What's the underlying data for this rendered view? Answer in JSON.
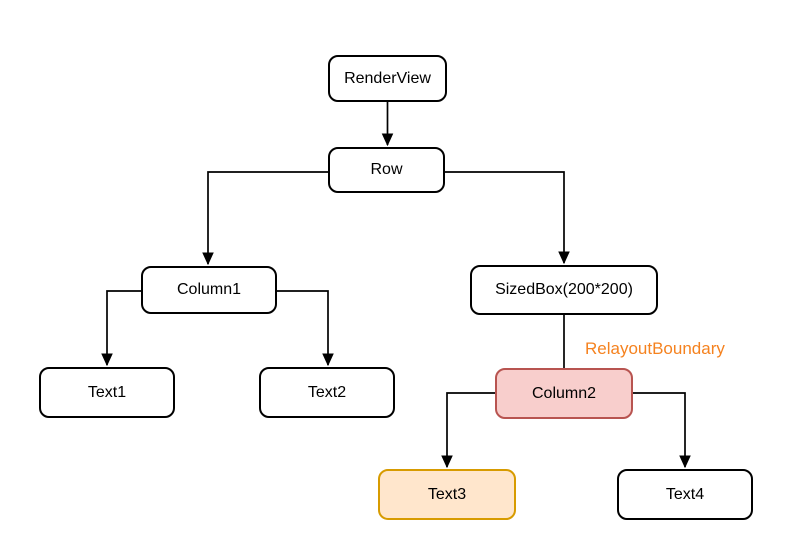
{
  "diagram": {
    "type": "tree",
    "background": "#FFFFFF",
    "line_color": "#000000",
    "nodes": [
      {
        "id": "renderview",
        "label": "RenderView",
        "fill": "#FFFFFF",
        "border": "#000000"
      },
      {
        "id": "row",
        "label": "Row",
        "fill": "#FFFFFF",
        "border": "#000000"
      },
      {
        "id": "column1",
        "label": "Column1",
        "fill": "#FFFFFF",
        "border": "#000000"
      },
      {
        "id": "sizedbox",
        "label": "SizedBox(200*200)",
        "fill": "#FFFFFF",
        "border": "#000000"
      },
      {
        "id": "text1",
        "label": "Text1",
        "fill": "#FFFFFF",
        "border": "#000000"
      },
      {
        "id": "text2",
        "label": "Text2",
        "fill": "#FFFFFF",
        "border": "#000000"
      },
      {
        "id": "column2",
        "label": "Column2",
        "fill": "#F8CECC",
        "border": "#B85450"
      },
      {
        "id": "text3",
        "label": "Text3",
        "fill": "#FFE6CC",
        "border": "#D79B00"
      },
      {
        "id": "text4",
        "label": "Text4",
        "fill": "#FFFFFF",
        "border": "#000000"
      }
    ],
    "edges": [
      {
        "from": "renderview",
        "to": "row",
        "arrow": true
      },
      {
        "from": "row",
        "to": "column1",
        "arrow": true
      },
      {
        "from": "row",
        "to": "sizedbox",
        "arrow": true
      },
      {
        "from": "column1",
        "to": "text1",
        "arrow": true
      },
      {
        "from": "column1",
        "to": "text2",
        "arrow": true
      },
      {
        "from": "sizedbox",
        "to": "column2",
        "arrow": false
      },
      {
        "from": "column2",
        "to": "text3",
        "arrow": true
      },
      {
        "from": "column2",
        "to": "text4",
        "arrow": true
      }
    ],
    "annotation": {
      "label": "RelayoutBoundary",
      "color": "#F5821F"
    }
  }
}
